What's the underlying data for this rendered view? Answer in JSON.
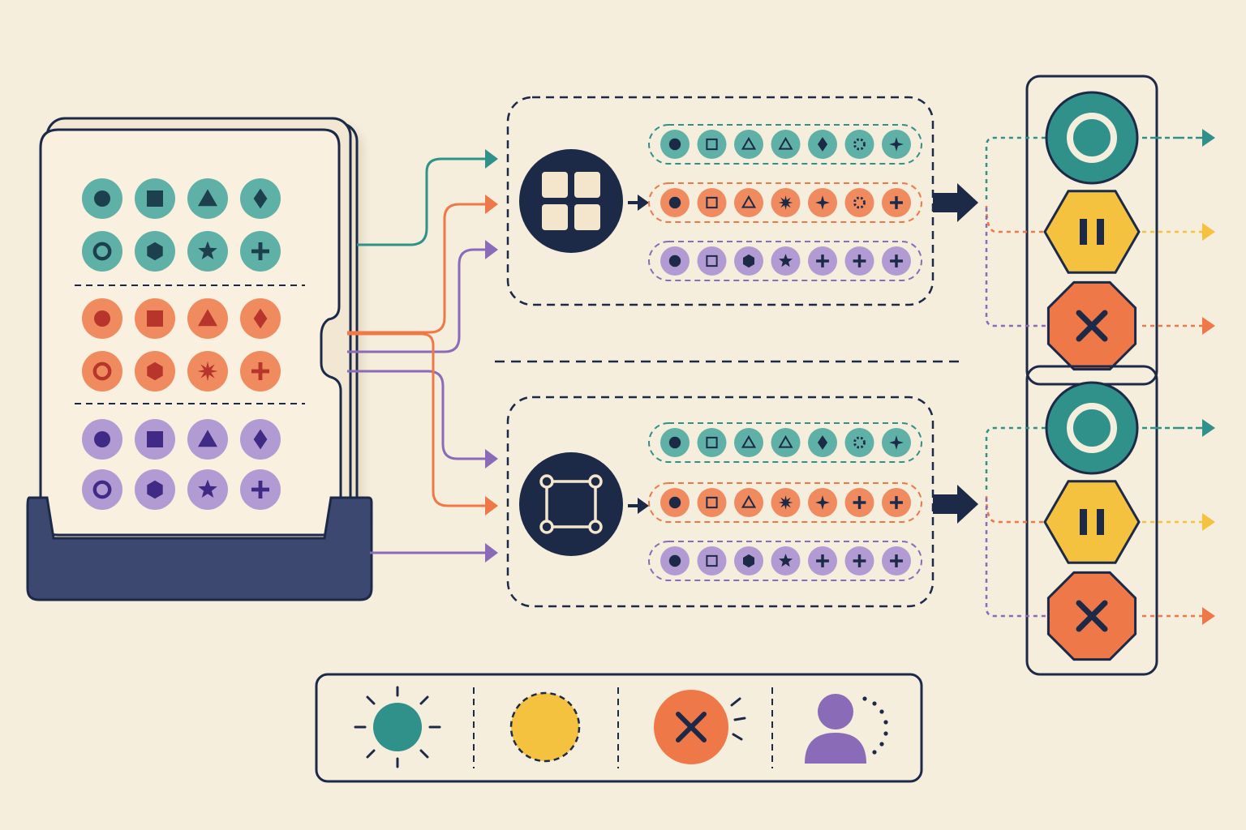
{
  "palette": {
    "background": "#f6eedd",
    "navy": "#1c2a48",
    "teal": "#2f9189",
    "teal_light": "#5fb0a6",
    "orange": "#ef7848",
    "orange_light": "#f08a5f",
    "purple": "#8a6bb8",
    "purple_light": "#b29bd3",
    "yellow": "#f4c23e",
    "card": "#f8eedc",
    "tray": "#3d4870"
  },
  "deck": {
    "groups": [
      {
        "color": "teal",
        "row1": [
          "circle-icon",
          "square-icon",
          "triangle-icon",
          "diamond-icon"
        ],
        "row2": [
          "ring-icon",
          "hexagon-icon",
          "star-icon",
          "plus-icon"
        ]
      },
      {
        "color": "orange",
        "row1": [
          "circle-icon",
          "square-icon",
          "triangle-icon",
          "diamond-icon"
        ],
        "row2": [
          "ring-icon",
          "hexagon-icon",
          "burst-icon",
          "plus-icon"
        ]
      },
      {
        "color": "purple",
        "row1": [
          "circle-icon",
          "square-icon",
          "triangle-icon",
          "diamond-icon"
        ],
        "row2": [
          "ring-icon",
          "hexagon-icon",
          "star-icon",
          "plus-icon"
        ]
      }
    ]
  },
  "modules": [
    {
      "name": "grid-module",
      "hub_icon": "grid-icon",
      "rows": [
        {
          "color": "teal",
          "icons": [
            "circle-icon",
            "square-icon",
            "triangle-icon",
            "triangle-icon",
            "diamond-icon",
            "dotted-circle-icon",
            "sparkle-icon"
          ]
        },
        {
          "color": "orange",
          "icons": [
            "circle-icon",
            "square-icon",
            "triangle-icon",
            "burst-icon",
            "sparkle-icon",
            "dotted-circle-icon",
            "plus-icon"
          ]
        },
        {
          "color": "purple",
          "icons": [
            "circle-icon",
            "square-icon",
            "hexagon-icon",
            "star-icon",
            "plus-icon",
            "plus-icon",
            "plus-icon"
          ]
        }
      ],
      "outputs": [
        "ring-status-icon",
        "pause-hexagon-icon",
        "stop-octagon-icon"
      ]
    },
    {
      "name": "frame-module",
      "hub_icon": "node-frame-icon",
      "rows": [
        {
          "color": "teal",
          "icons": [
            "circle-icon",
            "square-icon",
            "triangle-icon",
            "triangle-icon",
            "diamond-icon",
            "dotted-circle-icon",
            "sparkle-icon"
          ]
        },
        {
          "color": "orange",
          "icons": [
            "circle-icon",
            "square-icon",
            "triangle-icon",
            "burst-icon",
            "sparkle-icon",
            "plus-icon",
            "plus-icon"
          ]
        },
        {
          "color": "purple",
          "icons": [
            "circle-icon",
            "square-icon",
            "hexagon-icon",
            "star-icon",
            "plus-icon",
            "plus-icon",
            "plus-icon"
          ]
        }
      ],
      "outputs": [
        "ring-status-icon",
        "pause-hexagon-icon",
        "stop-octagon-icon"
      ]
    }
  ],
  "legend": [
    "sun-icon",
    "dashed-circle-icon",
    "error-x-icon",
    "user-loading-icon"
  ]
}
